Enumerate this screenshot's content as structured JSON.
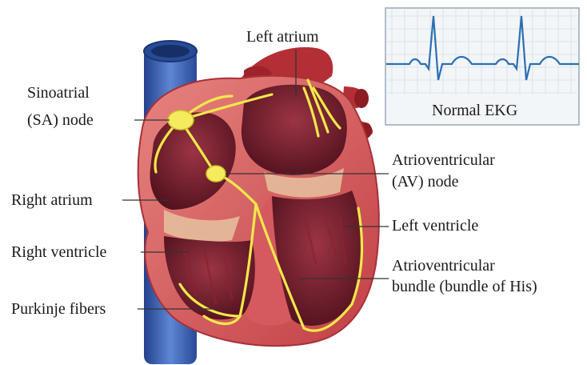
{
  "labels": {
    "sa_node": [
      "Sinoatrial",
      "(SA) node"
    ],
    "left_atrium": "Left atrium",
    "av_node": [
      "Atrioventricular",
      "(AV) node"
    ],
    "right_atrium": "Right atrium",
    "left_ventricle": "Left ventricle",
    "right_ventricle": "Right ventricle",
    "av_bundle": [
      "Atrioventricular",
      "bundle (bundle of His)"
    ],
    "purkinje": "Purkinje fibers"
  },
  "ekg": {
    "caption": "Normal EKG",
    "trace_color": "#2c6fb3",
    "grid_color": "#d7dee6"
  },
  "colors": {
    "conduction": "#f2e84a",
    "muscle": "#c9484f",
    "cavity": "#6e1e2b",
    "vein": "#3d63b5",
    "artery": "#b83238"
  }
}
